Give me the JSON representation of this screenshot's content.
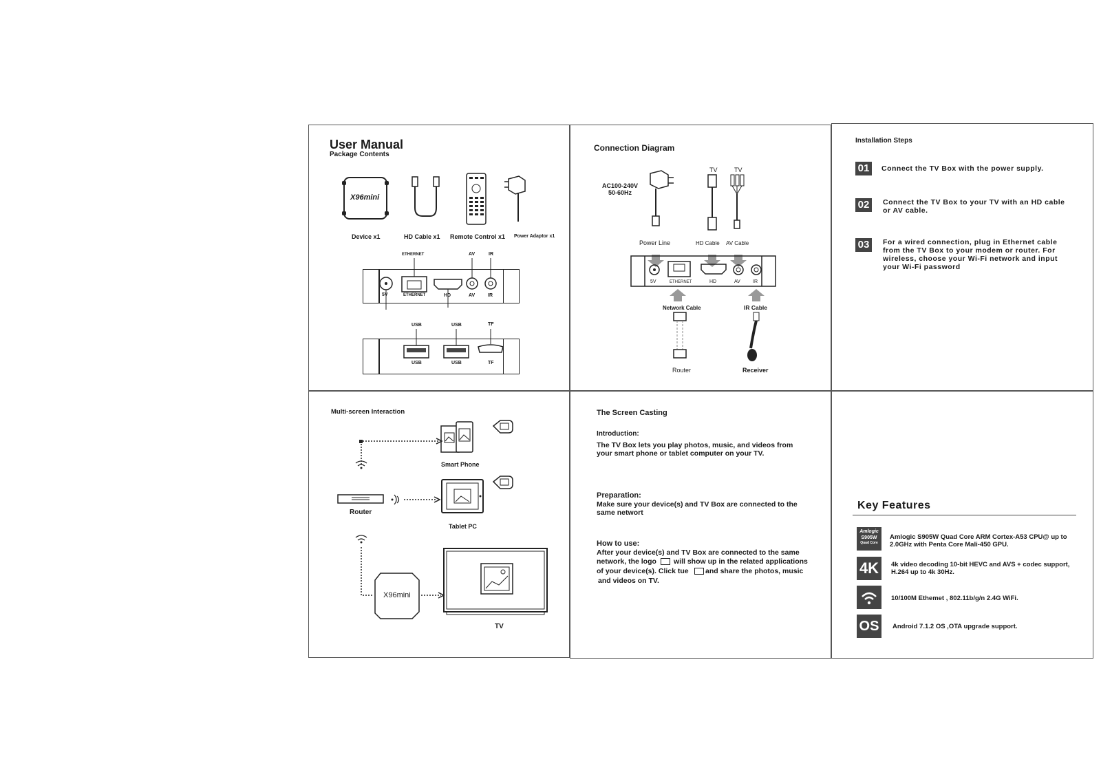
{
  "manual": {
    "title": "User Manual",
    "subtitle": "Package Contents",
    "items": [
      {
        "label": "Device x1"
      },
      {
        "label": "HD Cable x1"
      },
      {
        "label": "Remote Control x1"
      },
      {
        "label": "Power Adaptor x1"
      }
    ],
    "device_logo": "X96mini",
    "back_ports": {
      "top": [
        "ETHERNET",
        "AV",
        "IR"
      ],
      "bottom": [
        "5V",
        "ETHERNET",
        "HD",
        "AV",
        "IR"
      ]
    },
    "side_ports": {
      "top": [
        "USB",
        "USB",
        "TF"
      ],
      "bottom": [
        "USB",
        "USB",
        "TF"
      ]
    }
  },
  "connection": {
    "title": "Connection Diagram",
    "power_spec": "AC100-240V\n50-60Hz",
    "tv_labels": [
      "TV",
      "TV"
    ],
    "cable_labels": [
      "Power Line",
      "HD Cable",
      "AV Cable"
    ],
    "port_labels": [
      "5V",
      "ETHERNET",
      "HD",
      "AV",
      "IR"
    ],
    "lower_labels": [
      "Network Cable",
      "IR Cable"
    ],
    "ends": [
      "Router",
      "Receiver"
    ]
  },
  "install": {
    "title": "Installation Steps",
    "steps": [
      {
        "num": "01",
        "text": "Connect the TV Box with the power supply."
      },
      {
        "num": "02",
        "text": "Connect the TV Box to your TV with an HD cable or AV cable."
      },
      {
        "num": "03",
        "text": "For a wired connection, plug in Ethernet cable from the TV Box to your modem or router. For wireless, choose your Wi-Fi network and input your Wi-Fi password"
      }
    ]
  },
  "multiscreen": {
    "title": "Multi-screen Interaction",
    "labels": {
      "phone": "Smart Phone",
      "tablet": "Tablet PC",
      "router": "Router",
      "tv": "TV",
      "box": "X96mini"
    }
  },
  "casting": {
    "title": "The Screen Casting",
    "intro_heading": "Introduction:",
    "intro_text": "The TV Box lets you play photos, music, and videos from your smart phone or tablet computer on your TV.",
    "prep_heading": "Preparation:",
    "prep_text": "Make sure your device(s) and TV Box are connected to the same networt",
    "how_heading": "How to use:",
    "how_line1": "After your device(s) and TV Box are connected to the same",
    "how_line2a": "network, the logo",
    "how_line2b": "will show up in the related applications",
    "how_line3a": "of your device(s). Click tue",
    "how_line3b": "and share the photos, music",
    "how_line4": "and videos on TV."
  },
  "features": {
    "title": "Key Features",
    "list": [
      {
        "icon": "amlogic-icon",
        "icon_text": [
          "Amlogic",
          "S905W",
          "Quad Core"
        ],
        "text": "Amlogic S905W Quad Core ARM Cortex-A53 CPU@ up to 2.0GHz with Penta Core Mali-450 GPU."
      },
      {
        "icon": "4k-icon",
        "icon_text": [
          "4K"
        ],
        "text": "4k video decoding 10-bit HEVC and AVS + codec support, H.264 up to 4k 30Hz."
      },
      {
        "icon": "wifi-icon",
        "icon_text": [],
        "text": "10/100M Ethemet , 802.11b/g/n 2.4G WiFi."
      },
      {
        "icon": "os-icon",
        "icon_text": [
          "OS"
        ],
        "text": "Android 7.1.2 OS ,OTA upgrade support."
      }
    ]
  }
}
